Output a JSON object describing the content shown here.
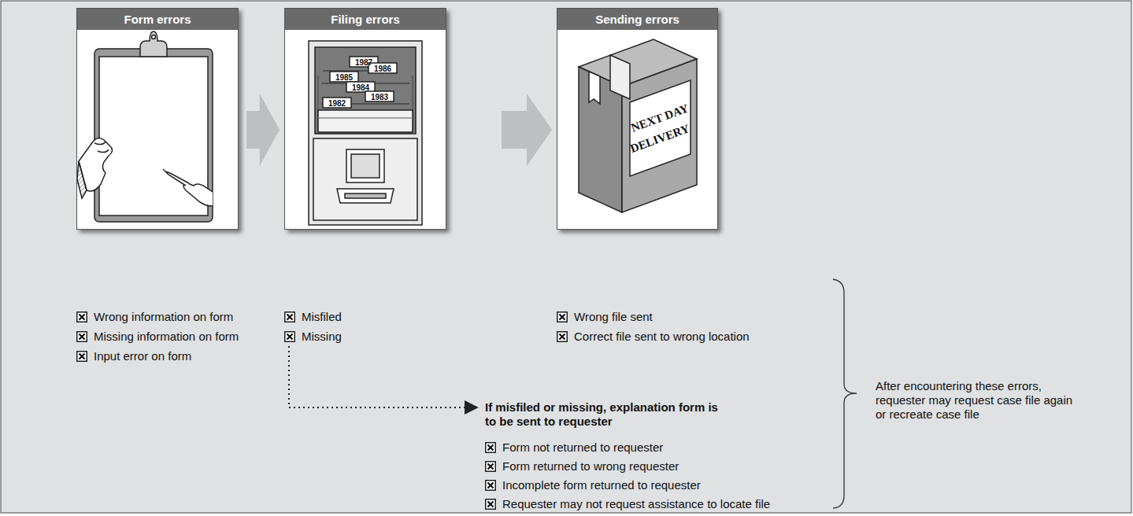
{
  "diagram": {
    "nodes": [
      {
        "text": [
          "Form errors"
        ]
      },
      {
        "text": [
          "Filing errors"
        ]
      },
      {
        "text": [
          "Sending errors"
        ]
      }
    ],
    "edges": [
      {
        "from": 0,
        "to": 1,
        "arrow": "to"
      },
      {
        "from": 1,
        "to": 2,
        "arrow": "to"
      }
    ],
    "labels": [
      "1987",
      "1986",
      "1985",
      "1984",
      "1983",
      "1982",
      "NEXT DAY",
      "DELIVERY",
      "Wrong information on form",
      "Missing information on form",
      "Input error on form",
      "Misfiled",
      "Missing",
      "Wrong file sent",
      "Correct file sent to wrong location",
      "If misfiled or missing, explanation form is to be sent to requester",
      "Form not returned to requester",
      "Form returned to wrong requester",
      "Incomplete form returned to requester",
      "Requester may not request assistance to locate file",
      "After encountering these errors, requester may request case file again or recreate case file"
    ]
  }
}
